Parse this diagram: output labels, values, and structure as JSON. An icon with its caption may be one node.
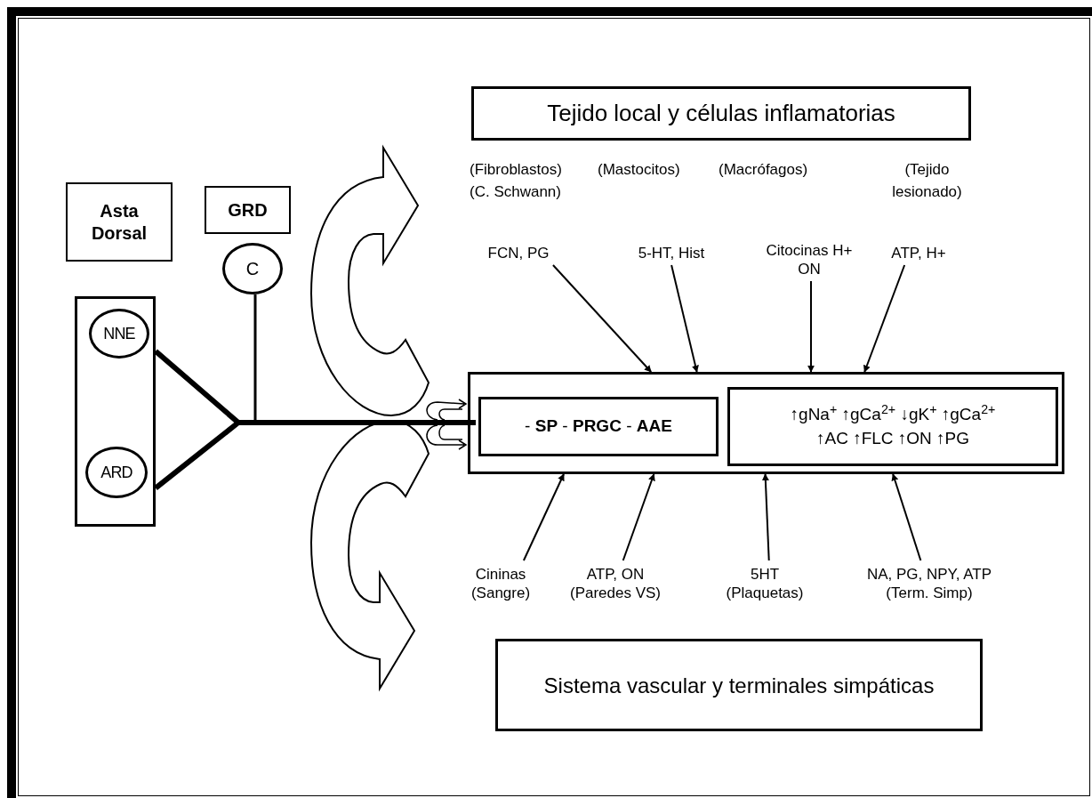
{
  "diagram": {
    "nodes": [
      {
        "text": [
          "Tejido local y células inflamatorias"
        ]
      },
      {
        "text": [
          "Asta Dorsal"
        ]
      },
      {
        "text": [
          "GRD"
        ]
      },
      {
        "text": [
          "C"
        ]
      },
      {
        "text": [],
        "shape": "box"
      },
      {
        "text": [
          "NNE"
        ],
        "in": 4
      },
      {
        "text": [
          "ARD"
        ],
        "in": 4
      },
      {
        "text": [],
        "shape": "box"
      },
      {
        "text": [
          "- **SP** - **PRGC** - **AAE**"
        ],
        "in": 7
      },
      {
        "text": [
          "↑gNa$^{+}$ ↑gCa$^{2+}$ ↓gK$^{+}$ ↑gCa$^{2+}$",
          "↑AC ↑FLC ↑ON ↑PG"
        ],
        "in": 7
      },
      {
        "text": [
          "Sistema vascular y terminales simpáticas"
        ]
      },
      {
        "text": [
          "FCN, PG"
        ]
      },
      {
        "text": [
          "5-HT, Hist"
        ]
      },
      {
        "text": [
          "Citocinas H+ ON"
        ]
      },
      {
        "text": [
          "ATP, H+"
        ]
      },
      {
        "text": [
          "Cininas",
          "(Sangre)"
        ]
      },
      {
        "text": [
          "ATP, ON",
          "(Paredes VS)"
        ]
      },
      {
        "text": [
          "5HT",
          "(Plaquetas)"
        ]
      },
      {
        "text": [
          "NA, PG, NPY, ATP",
          "(Term. Simp)"
        ]
      }
    ],
    "edges": [
      {
        "from": 4,
        "to": 8,
        "arrow": "none",
        "style": "thick"
      },
      {
        "from": 3,
        "to": 8,
        "arrow": "none"
      },
      {
        "from": 11,
        "to": 7,
        "arrow": "to"
      },
      {
        "from": 12,
        "to": 7,
        "arrow": "to"
      },
      {
        "from": 13,
        "to": 7,
        "arrow": "to"
      },
      {
        "from": 14,
        "to": 7,
        "arrow": "to"
      },
      {
        "from": 15,
        "to": 7,
        "arrow": "to"
      },
      {
        "from": 16,
        "to": 7,
        "arrow": "to"
      },
      {
        "from": 17,
        "to": 7,
        "arrow": "to"
      },
      {
        "from": 18,
        "to": 7,
        "arrow": "to"
      }
    ],
    "labels": [
      "(Fibroblastos)",
      "(C. Schwann)",
      "(Mastocitos)",
      "(Macrófagos)",
      "(Tejido lesionado)"
    ]
  }
}
